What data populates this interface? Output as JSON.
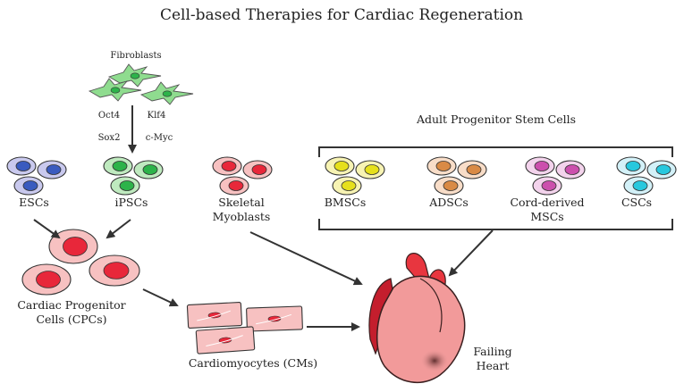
{
  "title": "Cell-based Therapies for Cardiac Regeneration",
  "fibroblasts": {
    "label": "Fibroblasts",
    "factors": [
      "Oct4",
      "Klf4",
      "Sox2",
      "c-Myc"
    ],
    "color": "#8fdc8f"
  },
  "stem_cells": {
    "escs": {
      "label": "ESCs",
      "fill": "#c9c9ee",
      "nucleus": "#3a5bbf"
    },
    "ipscs": {
      "label": "iPSCs",
      "fill": "#bfeabf",
      "nucleus": "#2db34a"
    }
  },
  "skeletal_myoblasts": {
    "line1": "Skeletal",
    "line2": "Myoblasts",
    "fill": "#f7c1c1",
    "nucleus": "#e8273a"
  },
  "adult_progenitor": {
    "group_label": "Adult Progenitor Stem Cells",
    "items": [
      {
        "label": "BMSCs",
        "label2": "",
        "fill": "#f7f3b3",
        "nucleus": "#e6e01c"
      },
      {
        "label": "ADSCs",
        "label2": "",
        "fill": "#f8ddc8",
        "nucleus": "#d98a45"
      },
      {
        "label": "Cord-derived",
        "label2": "MSCs",
        "fill": "#f3d3ec",
        "nucleus": "#cc4fad"
      },
      {
        "label": "CSCs",
        "label2": "",
        "fill": "#d3f1f8",
        "nucleus": "#27c8de"
      }
    ]
  },
  "cpcs": {
    "line1": "Cardiac Progenitor",
    "line2": "Cells (CPCs)",
    "fill": "#f7c1c1",
    "nucleus": "#e8273a"
  },
  "cms": {
    "label": "Cardiomyocytes (CMs)",
    "fill": "#f7c1c1",
    "nucleus": "#e8273a"
  },
  "heart": {
    "line1": "Failing",
    "line2": "Heart",
    "color": "#d8303f"
  }
}
